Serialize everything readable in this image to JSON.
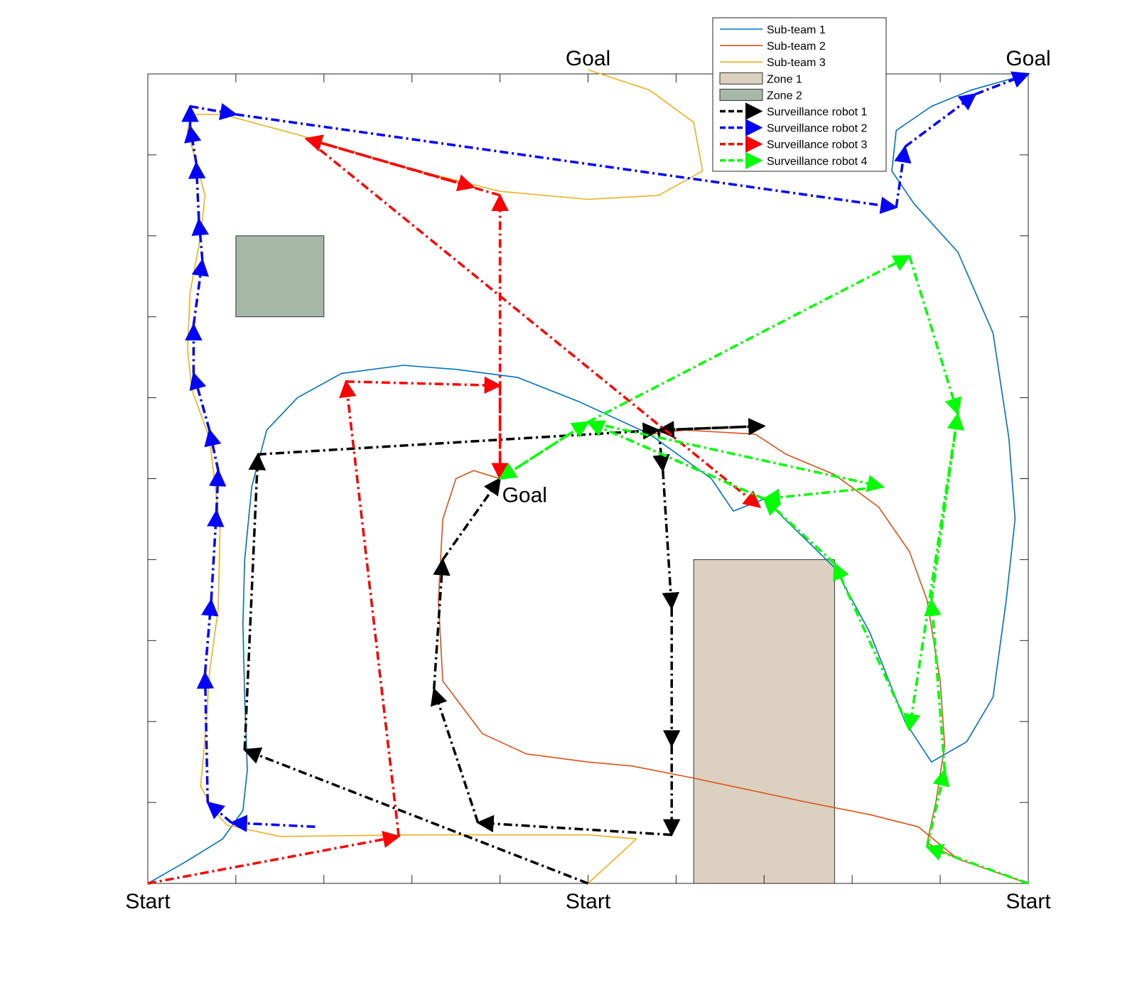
{
  "chart_data": {
    "type": "line",
    "xlim": [
      0,
      10
    ],
    "ylim": [
      0,
      10
    ],
    "grid": false,
    "tick_labels_shown": false,
    "legend_placement": "top-right",
    "annotations": [
      {
        "text": "Start",
        "x": 0,
        "y": 0
      },
      {
        "text": "Start",
        "x": 5,
        "y": 0
      },
      {
        "text": "Start",
        "x": 10,
        "y": 0
      },
      {
        "text": "Goal",
        "x": 5,
        "y": 10
      },
      {
        "text": "Goal",
        "x": 10,
        "y": 10
      },
      {
        "text": "Goal",
        "x": 4,
        "y": 5
      }
    ],
    "zones": [
      {
        "name": "Zone 1",
        "color": "#dcd0c0",
        "x": [
          6.2,
          7.8
        ],
        "y": [
          0,
          4.0
        ]
      },
      {
        "name": "Zone 2",
        "color": "#a8b8a8",
        "x": [
          1.0,
          2.0
        ],
        "y": [
          7.0,
          8.0
        ]
      }
    ],
    "series": [
      {
        "name": "Sub-team 1",
        "color": "#0072BD",
        "style": "solid",
        "points": [
          [
            0,
            0
          ],
          [
            0.45,
            0.28
          ],
          [
            0.85,
            0.55
          ],
          [
            1.08,
            0.9
          ],
          [
            1.13,
            1.4
          ],
          [
            1.1,
            2.3
          ],
          [
            1.08,
            3.2
          ],
          [
            1.1,
            4.0
          ],
          [
            1.18,
            4.9
          ],
          [
            1.35,
            5.6
          ],
          [
            1.7,
            6.0
          ],
          [
            2.2,
            6.3
          ],
          [
            2.9,
            6.4
          ],
          [
            3.5,
            6.35
          ],
          [
            4.2,
            6.25
          ],
          [
            4.9,
            5.95
          ],
          [
            5.7,
            5.55
          ],
          [
            6.4,
            5.0
          ],
          [
            6.65,
            4.6
          ],
          [
            7.0,
            4.75
          ],
          [
            7.8,
            3.9
          ],
          [
            8.2,
            3.1
          ],
          [
            8.6,
            2.0
          ],
          [
            8.9,
            1.5
          ],
          [
            9.3,
            1.75
          ],
          [
            9.6,
            2.3
          ],
          [
            9.75,
            3.5
          ],
          [
            9.85,
            4.5
          ],
          [
            9.78,
            5.5
          ],
          [
            9.6,
            6.8
          ],
          [
            9.2,
            7.8
          ],
          [
            8.7,
            8.4
          ],
          [
            8.45,
            8.8
          ],
          [
            8.5,
            9.3
          ],
          [
            8.9,
            9.6
          ],
          [
            9.35,
            9.8
          ],
          [
            10,
            10
          ]
        ]
      },
      {
        "name": "Sub-team 2",
        "color": "#D95319",
        "style": "solid",
        "points": [
          [
            5.7,
            5.55
          ],
          [
            6.1,
            5.6
          ],
          [
            6.9,
            5.55
          ],
          [
            7.25,
            5.3
          ],
          [
            7.8,
            5.05
          ],
          [
            8.3,
            4.65
          ],
          [
            8.65,
            4.1
          ],
          [
            8.85,
            3.5
          ],
          [
            9.0,
            2.5
          ],
          [
            9.05,
            1.7
          ],
          [
            8.95,
            1.0
          ],
          [
            8.85,
            0.5
          ],
          [
            9.2,
            0.3
          ],
          [
            10,
            0
          ],
          [
            9.2,
            0.3
          ],
          [
            8.75,
            0.7
          ],
          [
            8.2,
            0.85
          ],
          [
            7.5,
            1.0
          ],
          [
            6.2,
            1.3
          ],
          [
            5.5,
            1.45
          ],
          [
            5.0,
            1.5
          ],
          [
            4.3,
            1.6
          ],
          [
            3.8,
            1.85
          ],
          [
            3.35,
            2.5
          ],
          [
            3.3,
            3.5
          ],
          [
            3.35,
            4.5
          ],
          [
            3.5,
            5.0
          ],
          [
            3.7,
            5.1
          ],
          [
            4.0,
            5.0
          ]
        ]
      },
      {
        "name": "Sub-team 3",
        "color": "#EDB120",
        "style": "solid",
        "points": [
          [
            5,
            0
          ],
          [
            5.25,
            0.25
          ],
          [
            5.55,
            0.55
          ],
          [
            5.0,
            0.6
          ],
          [
            3.0,
            0.6
          ],
          [
            1.5,
            0.58
          ],
          [
            0.9,
            0.72
          ],
          [
            0.75,
            0.9
          ],
          [
            0.6,
            1.2
          ],
          [
            0.65,
            1.8
          ],
          [
            0.7,
            2.6
          ],
          [
            0.8,
            3.4
          ],
          [
            0.82,
            4.4
          ],
          [
            0.7,
            5.5
          ],
          [
            0.5,
            6.1
          ],
          [
            0.45,
            6.6
          ],
          [
            0.48,
            7.3
          ],
          [
            0.6,
            8.0
          ],
          [
            0.65,
            8.5
          ],
          [
            0.55,
            8.9
          ],
          [
            0.45,
            9.3
          ],
          [
            0.5,
            9.5
          ],
          [
            0.85,
            9.5
          ],
          [
            1.7,
            9.25
          ],
          [
            2.9,
            8.85
          ],
          [
            4.0,
            8.55
          ],
          [
            5.0,
            8.45
          ],
          [
            5.8,
            8.5
          ],
          [
            6.3,
            8.8
          ],
          [
            6.2,
            9.4
          ],
          [
            5.7,
            9.8
          ],
          [
            5,
            10.05
          ]
        ]
      },
      {
        "name": "Surveillance robot 1",
        "color": "#000000",
        "style": "dashdot-arrow",
        "points": [
          [
            5,
            0
          ],
          [
            1.1,
            1.65
          ],
          [
            1.25,
            5.3
          ],
          [
            5.8,
            5.6
          ],
          [
            7.0,
            5.65
          ],
          [
            5.8,
            5.6
          ],
          [
            5.85,
            5.1
          ],
          [
            5.95,
            3.4
          ],
          [
            5.95,
            1.7
          ],
          [
            5.95,
            0.6
          ],
          [
            3.75,
            0.75
          ],
          [
            3.25,
            2.4
          ],
          [
            3.35,
            4.0
          ],
          [
            4.0,
            5.0
          ]
        ]
      },
      {
        "name": "Surveillance robot 2",
        "color": "#0000FF",
        "style": "dashdot-arrow",
        "points": [
          [
            1.9,
            0.7
          ],
          [
            0.95,
            0.75
          ],
          [
            0.68,
            1.0
          ],
          [
            0.65,
            2.6
          ],
          [
            0.72,
            3.5
          ],
          [
            0.78,
            4.6
          ],
          [
            0.8,
            5.1
          ],
          [
            0.7,
            5.6
          ],
          [
            0.52,
            6.3
          ],
          [
            0.52,
            6.9
          ],
          [
            0.62,
            7.7
          ],
          [
            0.58,
            8.2
          ],
          [
            0.55,
            8.9
          ],
          [
            0.48,
            9.35
          ],
          [
            0.48,
            9.6
          ],
          [
            1.0,
            9.5
          ],
          [
            8.5,
            8.35
          ],
          [
            8.6,
            9.1
          ],
          [
            9.4,
            9.75
          ],
          [
            10,
            10
          ]
        ]
      },
      {
        "name": "Surveillance robot 3",
        "color": "#FF0000",
        "style": "dashdot-arrow",
        "points": [
          [
            0,
            0
          ],
          [
            2.85,
            0.58
          ],
          [
            2.25,
            6.2
          ],
          [
            4.0,
            6.15
          ],
          [
            4.0,
            5.0
          ],
          [
            4.0,
            8.5
          ],
          [
            1.8,
            9.2
          ],
          [
            3.7,
            8.6
          ],
          [
            1.8,
            9.2
          ],
          [
            6.95,
            4.65
          ]
        ]
      },
      {
        "name": "Surveillance robot 4",
        "color": "#00FF00",
        "style": "dashdot-arrow",
        "points": [
          [
            10,
            0
          ],
          [
            8.85,
            0.45
          ],
          [
            9.05,
            1.4
          ],
          [
            8.9,
            3.5
          ],
          [
            9.2,
            5.8
          ],
          [
            8.65,
            1.9
          ],
          [
            7.8,
            3.95
          ],
          [
            7.0,
            4.75
          ],
          [
            5.0,
            5.7
          ],
          [
            4.0,
            5.0
          ],
          [
            5.0,
            5.7
          ],
          [
            8.35,
            4.9
          ],
          [
            7.0,
            4.75
          ],
          [
            5.0,
            5.7
          ],
          [
            8.65,
            7.75
          ],
          [
            9.2,
            5.8
          ]
        ]
      }
    ]
  }
}
